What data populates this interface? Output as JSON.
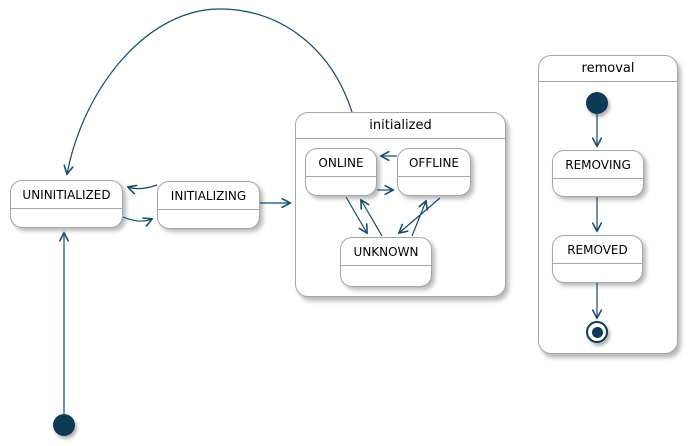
{
  "diagram": {
    "type": "uml-state-machine",
    "colors": {
      "background": "#ffffff",
      "arrow": "#134a68",
      "terminal": "#0e3a53",
      "node_border": "#a6a6a6",
      "node_fill": "#ffffff",
      "text": "#000000"
    },
    "states": {
      "uninitialized": {
        "label": "UNINITIALIZED"
      },
      "initializing": {
        "label": "INITIALIZING"
      },
      "initialized": {
        "label": "initialized"
      },
      "online": {
        "label": "ONLINE"
      },
      "offline": {
        "label": "OFFLINE"
      },
      "unknown": {
        "label": "UNKNOWN"
      },
      "removal": {
        "label": "removal"
      },
      "removing": {
        "label": "REMOVING"
      },
      "removed": {
        "label": "REMOVED"
      }
    },
    "pseudostates": {
      "initial_main": {
        "kind": "initial",
        "container": "root"
      },
      "initial_removal": {
        "kind": "initial",
        "container": "removal"
      },
      "final_removal": {
        "kind": "final",
        "container": "removal"
      }
    },
    "transitions": [
      {
        "from": "initialized",
        "to": "UNINITIALIZED"
      },
      {
        "from": "initial(root)",
        "to": "UNINITIALIZED"
      },
      {
        "from": "INITIALIZING",
        "to": "UNINITIALIZED"
      },
      {
        "from": "UNINITIALIZED",
        "to": "INITIALIZING"
      },
      {
        "from": "INITIALIZING",
        "to": "initialized"
      },
      {
        "from": "OFFLINE",
        "to": "ONLINE"
      },
      {
        "from": "ONLINE",
        "to": "OFFLINE"
      },
      {
        "from": "ONLINE",
        "to": "UNKNOWN"
      },
      {
        "from": "UNKNOWN",
        "to": "ONLINE"
      },
      {
        "from": "OFFLINE",
        "to": "UNKNOWN"
      },
      {
        "from": "UNKNOWN",
        "to": "OFFLINE"
      },
      {
        "from": "initial(removal)",
        "to": "REMOVING"
      },
      {
        "from": "REMOVING",
        "to": "REMOVED"
      },
      {
        "from": "REMOVED",
        "to": "final(removal)"
      }
    ]
  }
}
